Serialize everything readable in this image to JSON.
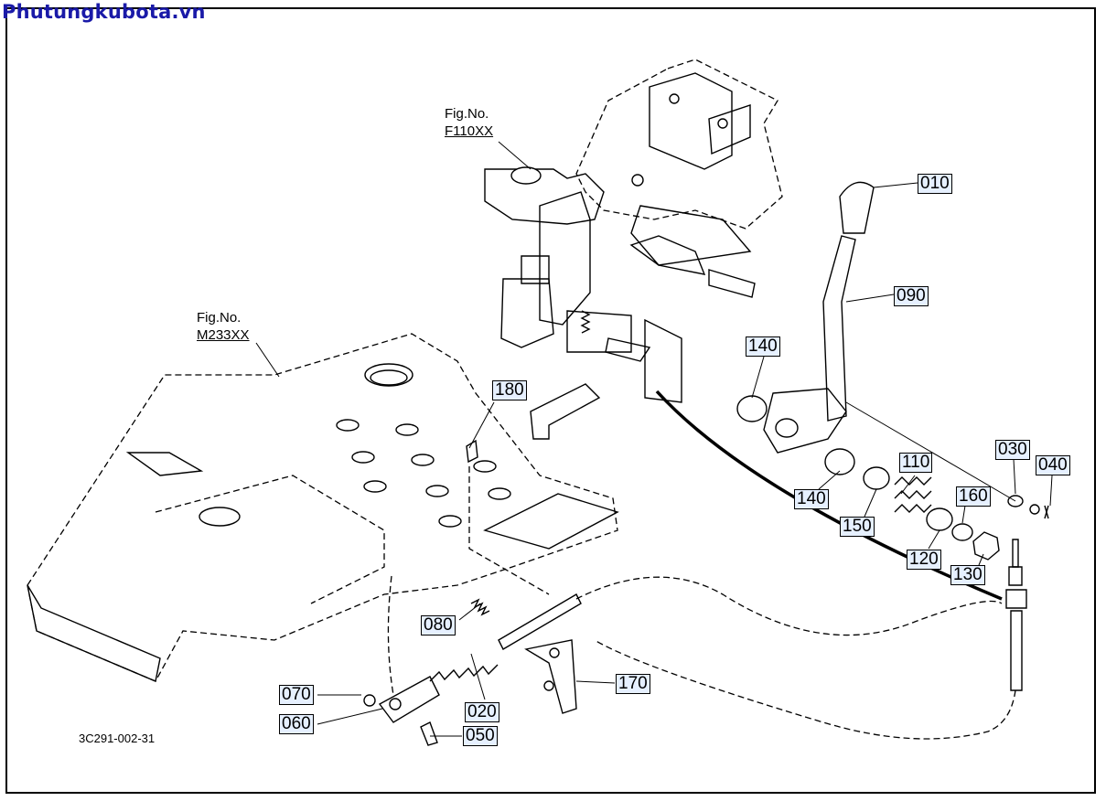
{
  "watermark": "Phutungkubota.vn",
  "fig_refs": [
    {
      "line1": "Fig.No.",
      "line2": "F110XX"
    },
    {
      "line1": "Fig.No.",
      "line2": "M233XX"
    }
  ],
  "drawing_number": "3C291-002-31",
  "callouts": [
    "010",
    "090",
    "140",
    "140",
    "180",
    "110",
    "150",
    "120",
    "160",
    "130",
    "030",
    "040",
    "080",
    "170",
    "070",
    "060",
    "020",
    "050"
  ]
}
